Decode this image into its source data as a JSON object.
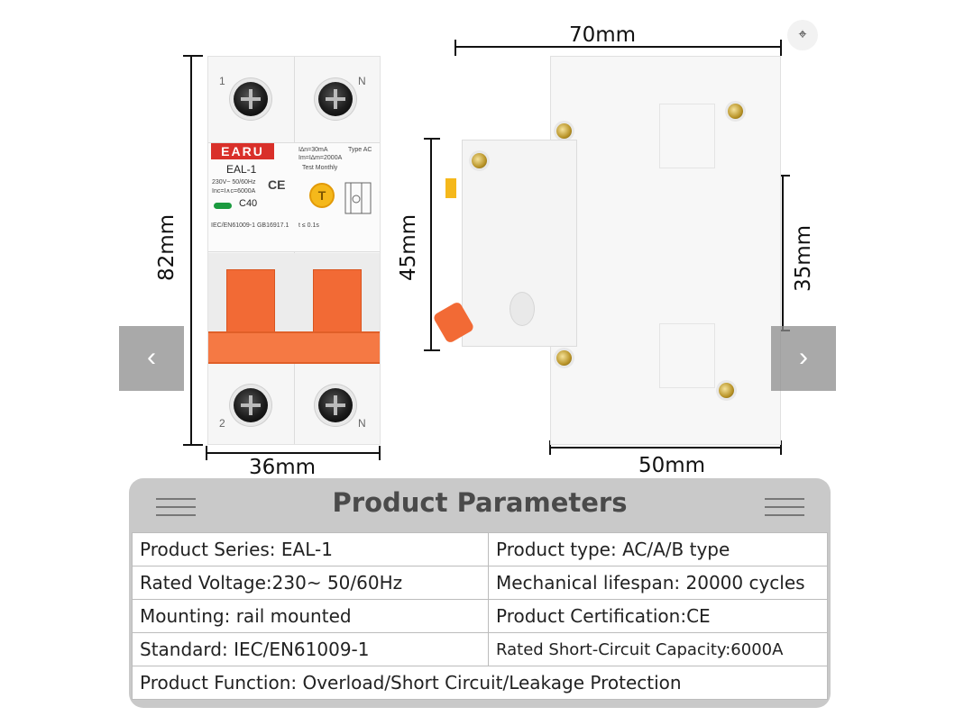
{
  "dimensions": {
    "height_front": "82mm",
    "width_front": "36mm",
    "width_side_top": "70mm",
    "height_side": "45mm",
    "height_rail": "35mm",
    "width_side_bottom": "50mm"
  },
  "breaker": {
    "brand": "EARU",
    "model": "EAL-1",
    "rating_line1": "230V~  50/60Hz",
    "rating_line2": "Inc=I∧c=6000A",
    "curve": "C40",
    "leak_line1": "I∆n=30mA",
    "leak_line2": "Im=I∆m=2000A",
    "type_label": "Type AC",
    "test_label": "Test Monthly",
    "test_button": "T",
    "standard_strip": "IEC/EN61009-1 GB16917.1",
    "trip_time": "t ≤ 0.1s",
    "terminal_1": "1",
    "terminal_n_top": "N",
    "terminal_2": "2",
    "terminal_n_bottom": "N"
  },
  "nav": {
    "prev": "‹",
    "next": "›",
    "zoom_icon": "⌖"
  },
  "params": {
    "title": "Product Parameters",
    "rows": [
      [
        "Product Series: EAL-1",
        "Product type: AC/A/B type"
      ],
      [
        "Rated Voltage:230~ 50/60Hz",
        "Mechanical lifespan: 20000 cycles"
      ],
      [
        "Mounting: rail mounted",
        "Product Certification:CE"
      ],
      [
        "Standard: IEC/EN61009-1",
        "Rated Short-Circuit Capacity:6000A"
      ]
    ],
    "footer_row": "Product Function: Overload/Short Circuit/Leakage Protection"
  }
}
